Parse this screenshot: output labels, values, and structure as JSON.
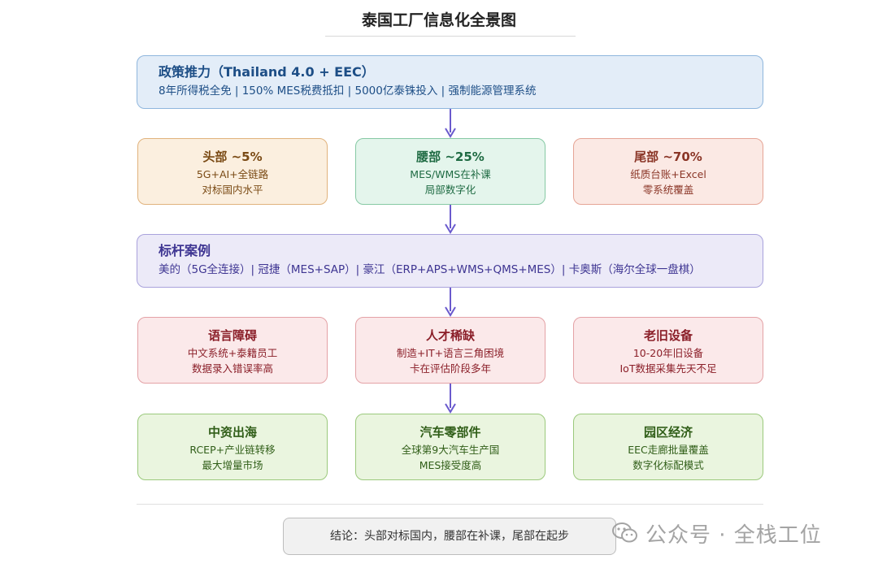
{
  "title": "泰国工厂信息化全景图",
  "policy": {
    "heading": "政策推力（Thailand 4.0 + EEC）",
    "detail": "8年所得税全免 | 150% MES税费抵扣 | 5000亿泰铢投入 | 强制能源管理系统"
  },
  "tiers": [
    {
      "heading": "头部 ~5%",
      "line1": "5G+AI+全链路",
      "line2": "对标国内水平"
    },
    {
      "heading": "腰部 ~25%",
      "line1": "MES/WMS在补课",
      "line2": "局部数字化"
    },
    {
      "heading": "尾部 ~70%",
      "line1": "纸质台账+Excel",
      "line2": "零系统覆盖"
    }
  ],
  "benchmark": {
    "heading": "标杆案例",
    "detail": "美的（5G全连接）| 冠捷（MES+SAP）| 豪江（ERP+APS+WMS+QMS+MES）| 卡奥斯（海尔全球一盘棋）"
  },
  "challenges": [
    {
      "heading": "语言障碍",
      "line1": "中文系统+泰籍员工",
      "line2": "数据录入错误率高"
    },
    {
      "heading": "人才稀缺",
      "line1": "制造+IT+语言三角困境",
      "line2": "卡在评估阶段多年"
    },
    {
      "heading": "老旧设备",
      "line1": "10-20年旧设备",
      "line2": "IoT数据采集先天不足"
    }
  ],
  "opportunities": [
    {
      "heading": "中资出海",
      "line1": "RCEP+产业链转移",
      "line2": "最大增量市场"
    },
    {
      "heading": "汽车零部件",
      "line1": "全球第9大汽车生产国",
      "line2": "MES接受度高"
    },
    {
      "heading": "园区经济",
      "line1": "EEC走廊批量覆盖",
      "line2": "数字化标配模式"
    }
  ],
  "conclusion": "结论：头部对标国内，腰部在补课，尾部在起步",
  "watermark": "公众号 · 全栈工位",
  "colors": {
    "arrow": "#6a5acd",
    "policy": "#e3edf8",
    "benchmark": "#eceaf8",
    "tier_top": "#fbefdf",
    "tier_mid": "#e4f5ec",
    "tier_tail": "#fbe9e4",
    "challenge": "#fbe9ea",
    "opportunity": "#eaf5df"
  }
}
